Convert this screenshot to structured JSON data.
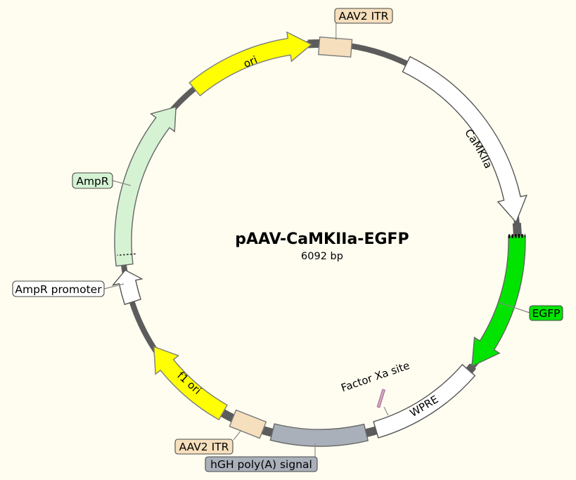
{
  "plasmid": {
    "name": "pAAV-CaMKIIa-EGFP",
    "size": "6092 bp"
  },
  "colors": {
    "background": "#fffdf0",
    "backbone": "#5c5c5c"
  },
  "features": {
    "aav2_itr_5": {
      "label": "AAV2 ITR",
      "fill": "#f6dfbd",
      "type": "box"
    },
    "camkiia": {
      "label": "CaMKIIa",
      "fill": "#ffffff",
      "type": "arrow",
      "direction": "clockwise"
    },
    "egfp": {
      "label": "EGFP",
      "fill": "#00e400",
      "type": "arrow",
      "direction": "clockwise"
    },
    "wpre": {
      "label": "WPRE",
      "fill": "#ffffff",
      "type": "block"
    },
    "factor_xa": {
      "label": "Factor Xa site",
      "fill": "#d9a7c7",
      "type": "site"
    },
    "hgh_polya": {
      "label": "hGH poly(A) signal",
      "fill": "#a9b0ba",
      "type": "block"
    },
    "aav2_itr_3": {
      "label": "AAV2 ITR",
      "fill": "#f6dfbd",
      "type": "box"
    },
    "f1_ori": {
      "label": "f1 ori",
      "fill": "#ffff00",
      "type": "arrow",
      "direction": "clockwise"
    },
    "ampr_promoter": {
      "label": "AmpR promoter",
      "fill": "#ffffff",
      "type": "arrow",
      "direction": "clockwise"
    },
    "ampr": {
      "label": "AmpR",
      "fill": "#d5f3d3",
      "type": "arrow",
      "direction": "clockwise"
    },
    "ori": {
      "label": "ori",
      "fill": "#ffff00",
      "type": "arrow",
      "direction": "clockwise"
    }
  }
}
